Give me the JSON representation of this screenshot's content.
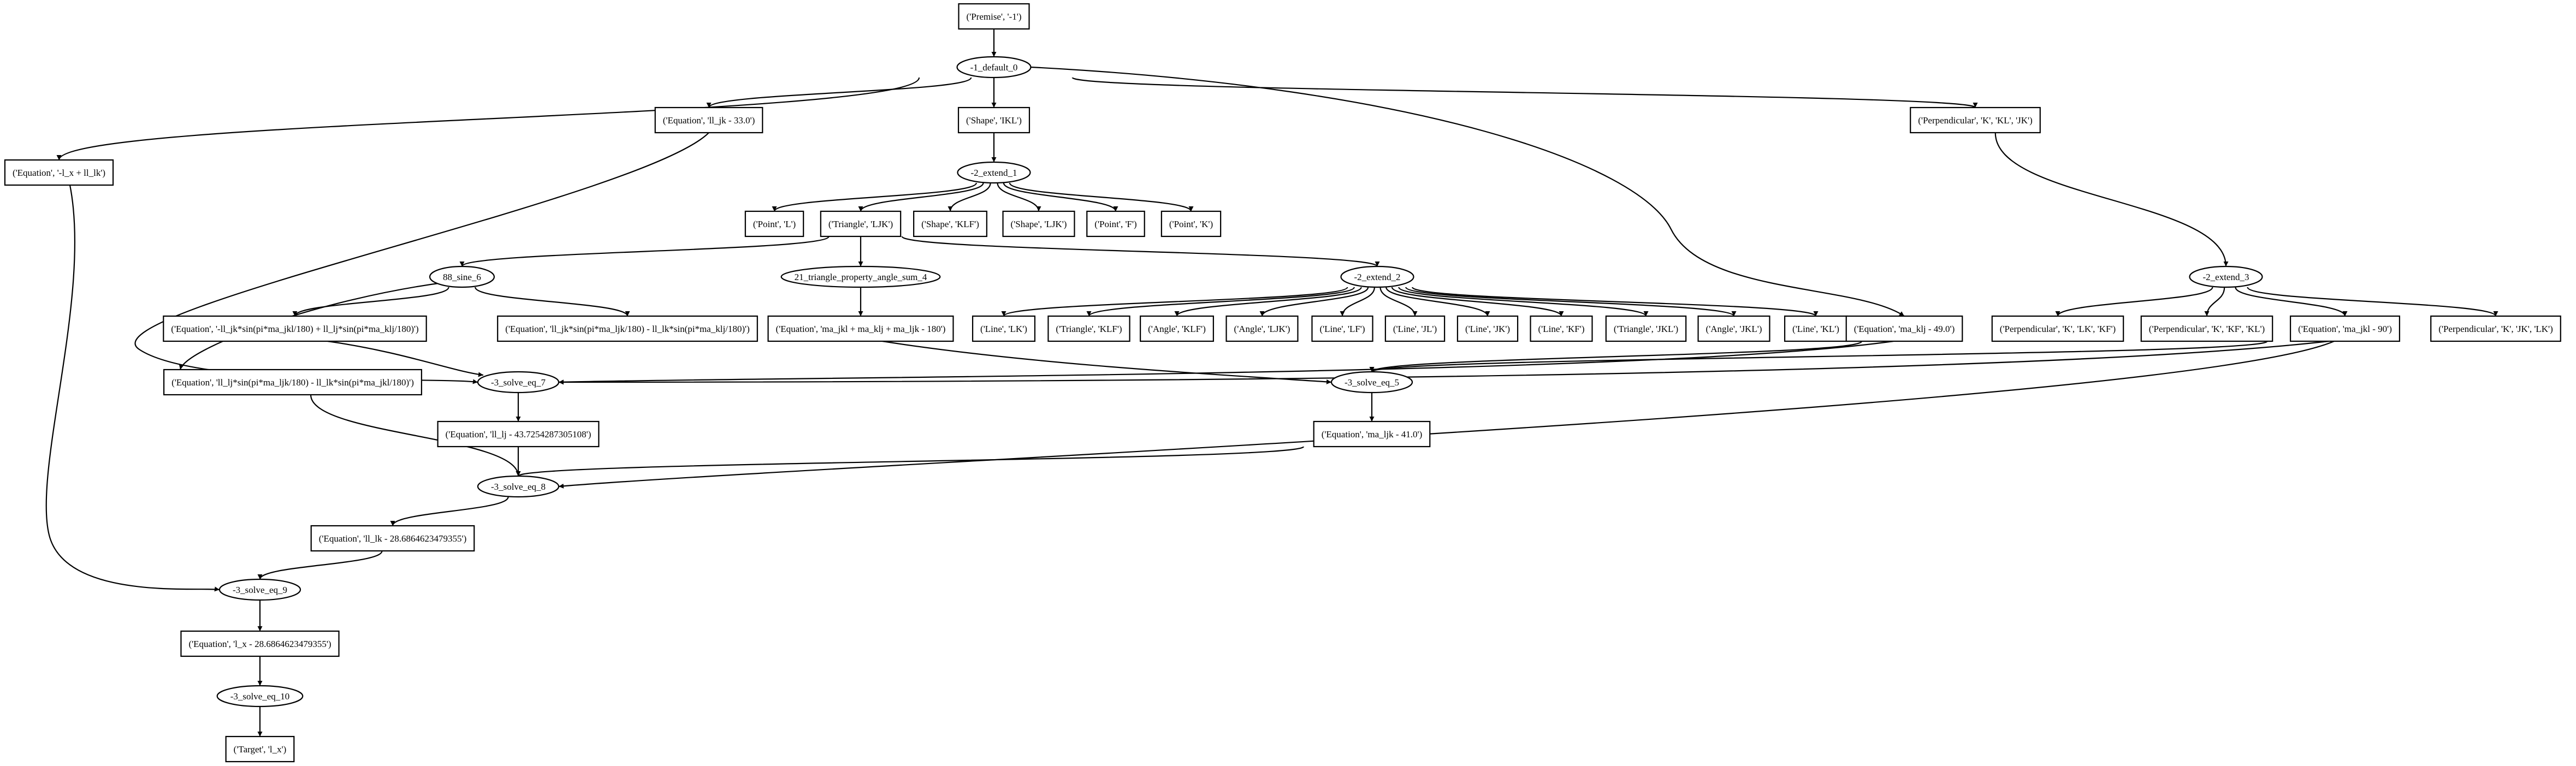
{
  "graph": {
    "nodes": [
      {
        "id": "n_premise",
        "label": "('Premise', '-1')",
        "shape": "box"
      },
      {
        "id": "n_default0",
        "label": "-1_default_0",
        "shape": "ellipse"
      },
      {
        "id": "n_eq_llkm",
        "label": "('Equation', '-l_x + ll_lk')",
        "shape": "box"
      },
      {
        "id": "n_eq_lljk33",
        "label": "('Equation', 'll_jk - 33.0')",
        "shape": "box"
      },
      {
        "id": "n_shape_ikl",
        "label": "('Shape', 'IKL')",
        "shape": "box"
      },
      {
        "id": "n_perp_kklik",
        "label": "('Perpendicular', 'K', 'KL', 'JK')",
        "shape": "box"
      },
      {
        "id": "n_extend1",
        "label": "-2_extend_1",
        "shape": "ellipse"
      },
      {
        "id": "n_point_l",
        "label": "('Point', 'L')",
        "shape": "box"
      },
      {
        "id": "n_tri_ljk",
        "label": "('Triangle', 'LJK')",
        "shape": "box"
      },
      {
        "id": "n_shape_klf",
        "label": "('Shape', 'KLF')",
        "shape": "box"
      },
      {
        "id": "n_shape_ljk",
        "label": "('Shape', 'LJK')",
        "shape": "box"
      },
      {
        "id": "n_point_f",
        "label": "('Point', 'F')",
        "shape": "box"
      },
      {
        "id": "n_point_k",
        "label": "('Point', 'K')",
        "shape": "box"
      },
      {
        "id": "n_sine6",
        "label": "88_sine_6",
        "shape": "ellipse"
      },
      {
        "id": "n_tri_prop4",
        "label": "21_triangle_property_angle_sum_4",
        "shape": "ellipse"
      },
      {
        "id": "n_extend2",
        "label": "-2_extend_2",
        "shape": "ellipse"
      },
      {
        "id": "n_extend3",
        "label": "-2_extend_3",
        "shape": "ellipse"
      },
      {
        "id": "n_eq_sine_a",
        "label": "('Equation', '-ll_jk*sin(pi*ma_jkl/180) + ll_lj*sin(pi*ma_klj/180)')",
        "shape": "box"
      },
      {
        "id": "n_eq_sine_b",
        "label": "('Equation', 'll_jk*sin(pi*ma_ljk/180) - ll_lk*sin(pi*ma_klj/180)')",
        "shape": "box"
      },
      {
        "id": "n_eq_angle_sum",
        "label": "('Equation', 'ma_jkl + ma_klj + ma_ljk - 180')",
        "shape": "box"
      },
      {
        "id": "n_line_lk",
        "label": "('Line', 'LK')",
        "shape": "box"
      },
      {
        "id": "n_tri_klf",
        "label": "('Triangle', 'KLF')",
        "shape": "box"
      },
      {
        "id": "n_angle_klf",
        "label": "('Angle', 'KLF')",
        "shape": "box"
      },
      {
        "id": "n_angle_ljk",
        "label": "('Angle', 'LJK')",
        "shape": "box"
      },
      {
        "id": "n_line_lf",
        "label": "('Line', 'LF')",
        "shape": "box"
      },
      {
        "id": "n_line_jl",
        "label": "('Line', 'JL')",
        "shape": "box"
      },
      {
        "id": "n_line_jk",
        "label": "('Line', 'JK')",
        "shape": "box"
      },
      {
        "id": "n_line_kf",
        "label": "('Line', 'KF')",
        "shape": "box"
      },
      {
        "id": "n_tri_jkl",
        "label": "('Triangle', 'JKL')",
        "shape": "box"
      },
      {
        "id": "n_angle_jkl",
        "label": "('Angle', 'JKL')",
        "shape": "box"
      },
      {
        "id": "n_line_kl",
        "label": "('Line', 'KL')",
        "shape": "box"
      },
      {
        "id": "n_eq_maklj49",
        "label": "('Equation', 'ma_klj - 49.0')",
        "shape": "box"
      },
      {
        "id": "n_perp_klckf",
        "label": "('Perpendicular', 'K', 'LK', 'KF')",
        "shape": "box"
      },
      {
        "id": "n_perp_kkfkl",
        "label": "('Perpendicular', 'K', 'KF', 'KL')",
        "shape": "box"
      },
      {
        "id": "n_eq_majkl90",
        "label": "('Equation', 'ma_jkl - 90')",
        "shape": "box"
      },
      {
        "id": "n_perp_kjklk",
        "label": "('Perpendicular', 'K', 'JK', 'LK')",
        "shape": "box"
      },
      {
        "id": "n_eq_lljk_sin",
        "label": "('Equation', 'll_lj*sin(pi*ma_ljk/180) - ll_lk*sin(pi*ma_jkl/180)')",
        "shape": "box"
      },
      {
        "id": "n_solve7",
        "label": "-3_solve_eq_7",
        "shape": "ellipse"
      },
      {
        "id": "n_solve5",
        "label": "-3_solve_eq_5",
        "shape": "ellipse"
      },
      {
        "id": "n_eq_lllj",
        "label": "('Equation', 'll_lj - 43.7254287305108')",
        "shape": "box"
      },
      {
        "id": "n_eq_maljk41",
        "label": "('Equation', 'ma_ljk - 41.0')",
        "shape": "box"
      },
      {
        "id": "n_solve8",
        "label": "-3_solve_eq_8",
        "shape": "ellipse"
      },
      {
        "id": "n_eq_lllk",
        "label": "('Equation', 'll_lk - 28.6864623479355')",
        "shape": "box"
      },
      {
        "id": "n_solve9",
        "label": "-3_solve_eq_9",
        "shape": "ellipse"
      },
      {
        "id": "n_eq_lx",
        "label": "('Equation', 'l_x - 28.6864623479355')",
        "shape": "box"
      },
      {
        "id": "n_solve10",
        "label": "-3_solve_eq_10",
        "shape": "ellipse"
      },
      {
        "id": "n_target",
        "label": "('Target', 'l_x')",
        "shape": "box"
      }
    ],
    "edges": [
      [
        "n_premise",
        "n_default0"
      ],
      [
        "n_default0",
        "n_eq_llkm"
      ],
      [
        "n_default0",
        "n_eq_lljk33"
      ],
      [
        "n_default0",
        "n_shape_ikl"
      ],
      [
        "n_default0",
        "n_perp_kklik"
      ],
      [
        "n_default0",
        "n_eq_maklj49"
      ],
      [
        "n_shape_ikl",
        "n_extend1"
      ],
      [
        "n_extend1",
        "n_point_l"
      ],
      [
        "n_extend1",
        "n_tri_ljk"
      ],
      [
        "n_extend1",
        "n_shape_klf"
      ],
      [
        "n_extend1",
        "n_shape_ljk"
      ],
      [
        "n_extend1",
        "n_point_f"
      ],
      [
        "n_extend1",
        "n_point_k"
      ],
      [
        "n_tri_ljk",
        "n_sine6"
      ],
      [
        "n_tri_ljk",
        "n_tri_prop4"
      ],
      [
        "n_tri_ljk",
        "n_extend2"
      ],
      [
        "n_perp_kklik",
        "n_extend3"
      ],
      [
        "n_sine6",
        "n_eq_sine_a"
      ],
      [
        "n_sine6",
        "n_eq_sine_b"
      ],
      [
        "n_sine6",
        "n_eq_lljk_sin"
      ],
      [
        "n_tri_prop4",
        "n_eq_angle_sum"
      ],
      [
        "n_extend2",
        "n_line_lk"
      ],
      [
        "n_extend2",
        "n_tri_klf"
      ],
      [
        "n_extend2",
        "n_angle_klf"
      ],
      [
        "n_extend2",
        "n_angle_ljk"
      ],
      [
        "n_extend2",
        "n_line_lf"
      ],
      [
        "n_extend2",
        "n_line_jl"
      ],
      [
        "n_extend2",
        "n_line_jk"
      ],
      [
        "n_extend2",
        "n_line_kf"
      ],
      [
        "n_extend2",
        "n_tri_jkl"
      ],
      [
        "n_extend2",
        "n_angle_jkl"
      ],
      [
        "n_extend2",
        "n_line_kl"
      ],
      [
        "n_extend3",
        "n_perp_klckf"
      ],
      [
        "n_extend3",
        "n_perp_kkfkl"
      ],
      [
        "n_extend3",
        "n_eq_majkl90"
      ],
      [
        "n_extend3",
        "n_perp_kjklk"
      ],
      [
        "n_eq_lljk33",
        "n_solve7"
      ],
      [
        "n_eq_sine_a",
        "n_solve7"
      ],
      [
        "n_eq_maklj49",
        "n_solve7"
      ],
      [
        "n_eq_majkl90",
        "n_solve7"
      ],
      [
        "n_eq_angle_sum",
        "n_solve5"
      ],
      [
        "n_eq_maklj49",
        "n_solve5"
      ],
      [
        "n_eq_majkl90",
        "n_solve5"
      ],
      [
        "n_solve7",
        "n_eq_lllj"
      ],
      [
        "n_solve5",
        "n_eq_maljk41"
      ],
      [
        "n_eq_lljk_sin",
        "n_solve8"
      ],
      [
        "n_eq_lllj",
        "n_solve8"
      ],
      [
        "n_eq_maljk41",
        "n_solve8"
      ],
      [
        "n_eq_majkl90",
        "n_solve8"
      ],
      [
        "n_solve8",
        "n_eq_lllk"
      ],
      [
        "n_eq_llkm",
        "n_solve9"
      ],
      [
        "n_eq_lllk",
        "n_solve9"
      ],
      [
        "n_solve9",
        "n_eq_lx"
      ],
      [
        "n_eq_lx",
        "n_solve10"
      ],
      [
        "n_solve10",
        "n_target"
      ]
    ]
  }
}
